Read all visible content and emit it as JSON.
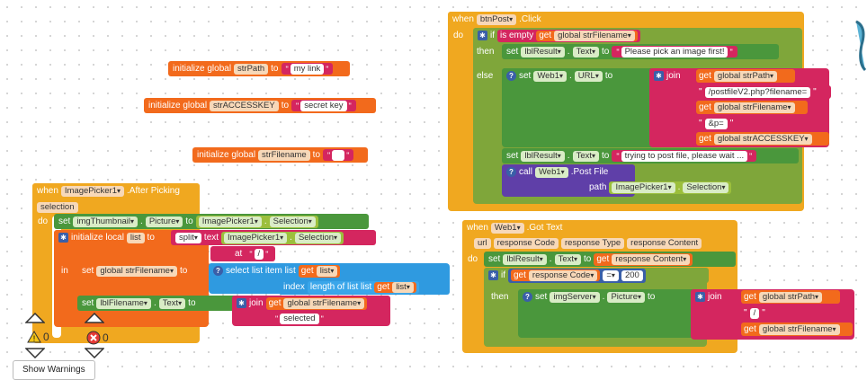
{
  "globals": [
    {
      "label": "initialize global",
      "name": "strPath",
      "to": "to",
      "value": "my link"
    },
    {
      "label": "initialize global",
      "name": "strACCESSKEY",
      "to": "to",
      "value": "secret key"
    },
    {
      "label": "initialize global",
      "name": "strFilename",
      "to": "to",
      "value": ""
    }
  ],
  "picker": {
    "when": "when",
    "component": "ImagePicker1",
    "event": ".After Picking",
    "param": "selection",
    "do": "do",
    "set1": {
      "set": "set",
      "comp": "imgThumbnail",
      "prop": "Picture",
      "to": "to",
      "src": "ImagePicker1",
      "srcprop": "Selection"
    },
    "local": {
      "label": "initialize local",
      "name": "list",
      "to": "to",
      "fn": "split",
      "text": "text",
      "src": "ImagePicker1",
      "srcprop": "Selection",
      "at": "at",
      "sep": "/"
    },
    "in": "in",
    "set2": {
      "set": "set",
      "var": "global strFilename",
      "to": "to",
      "fn": "select list item list",
      "get": "get",
      "listvar": "list",
      "index": "index",
      "length": "length of list list",
      "get2": "get",
      "listvar2": "list"
    },
    "set3": {
      "set": "set",
      "comp": "lblFilename",
      "prop": "Text",
      "to": "to",
      "join": "join",
      "get": "get",
      "var": "global strFilename",
      "s2": "selected"
    }
  },
  "post": {
    "when": "when",
    "component": "btnPost",
    "event": ".Click",
    "do": "do",
    "if": "if",
    "isempty": "is empty",
    "get": "get",
    "var": "global strFilename",
    "then": "then",
    "then_set": {
      "set": "set",
      "comp": "lblResult",
      "prop": "Text",
      "to": "to",
      "value": "Please pick an image first!"
    },
    "else": "else",
    "else_set": {
      "set": "set",
      "comp": "Web1",
      "prop": "URL",
      "to": "to",
      "join": "join",
      "items": [
        "global strPath",
        "/postfileV2.php?filename=",
        "global strFilename",
        "&p=",
        "global strACCESSKEY"
      ]
    },
    "set_result": {
      "set": "set",
      "comp": "lblResult",
      "prop": "Text",
      "to": "to",
      "value": "trying to post file, please wait ..."
    },
    "call": {
      "call": "call",
      "comp": "Web1",
      "method": ".Post File",
      "path": "path",
      "src": "ImagePicker1",
      "srcprop": "Selection"
    }
  },
  "gottext": {
    "when": "when",
    "component": "Web1",
    "event": ".Got Text",
    "params": [
      "url",
      "response Code",
      "response Type",
      "response Content"
    ],
    "do": "do",
    "set": {
      "set": "set",
      "comp": "lblResult",
      "prop": "Text",
      "to": "to",
      "get": "get",
      "var": "response Content"
    },
    "if": "if",
    "cond": {
      "get": "get",
      "var": "response Code",
      "op": "=",
      "val": "200"
    },
    "then": "then",
    "then_set": {
      "set": "set",
      "comp": "imgServer",
      "prop": "Picture",
      "to": "to",
      "join": "join",
      "get1": "get",
      "var1": "global strPath",
      "s2": "/",
      "get3": "get",
      "var3": "global strFilename"
    }
  },
  "warnings": {
    "warn_count": "0",
    "err_count": "0",
    "button": "Show Warnings"
  },
  "colors": {
    "event": "#f0a820",
    "global": "#e9731d",
    "component": "#4a973c",
    "text": "#d4265f",
    "lists": "#2f9ae0",
    "procedure": "#5f3fa8",
    "logic": "#9cbf3c"
  }
}
